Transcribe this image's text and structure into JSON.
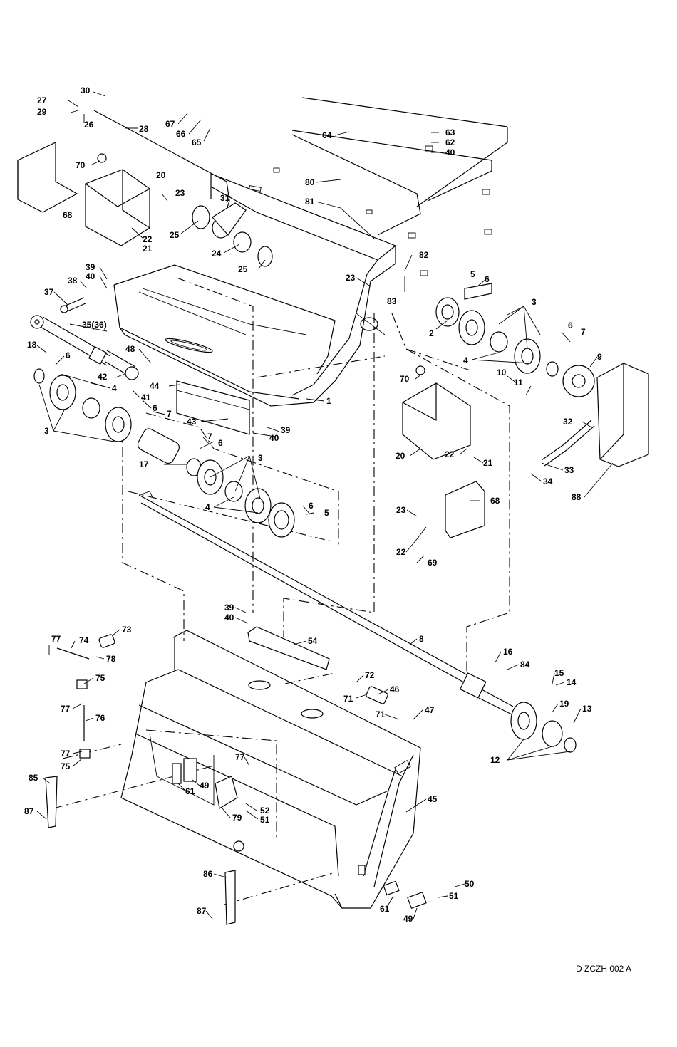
{
  "drawing_code": "D ZCZH 002 A",
  "callouts": [
    {
      "id": "c30",
      "text": "30"
    },
    {
      "id": "c27",
      "text": "27"
    },
    {
      "id": "c29",
      "text": "29"
    },
    {
      "id": "c26",
      "text": "26"
    },
    {
      "id": "c28",
      "text": "28"
    },
    {
      "id": "c67",
      "text": "67"
    },
    {
      "id": "c66",
      "text": "66"
    },
    {
      "id": "c65",
      "text": "65"
    },
    {
      "id": "c64",
      "text": "64"
    },
    {
      "id": "c63",
      "text": "63"
    },
    {
      "id": "c62",
      "text": "62"
    },
    {
      "id": "c40a",
      "text": "40"
    },
    {
      "id": "c70a",
      "text": "70"
    },
    {
      "id": "c20a",
      "text": "20"
    },
    {
      "id": "c23a",
      "text": "23"
    },
    {
      "id": "c68a",
      "text": "68"
    },
    {
      "id": "c22a",
      "text": "22"
    },
    {
      "id": "c21a",
      "text": "21"
    },
    {
      "id": "c31",
      "text": "31"
    },
    {
      "id": "c25a",
      "text": "25"
    },
    {
      "id": "c24",
      "text": "24"
    },
    {
      "id": "c25b",
      "text": "25"
    },
    {
      "id": "c80",
      "text": "80"
    },
    {
      "id": "c81",
      "text": "81"
    },
    {
      "id": "c82",
      "text": "82"
    },
    {
      "id": "c23b",
      "text": "23"
    },
    {
      "id": "c83",
      "text": "83"
    },
    {
      "id": "c39a",
      "text": "39"
    },
    {
      "id": "c40b",
      "text": "40"
    },
    {
      "id": "c38",
      "text": "38"
    },
    {
      "id": "c37",
      "text": "37"
    },
    {
      "id": "c35",
      "text": "35(36)"
    },
    {
      "id": "c5a",
      "text": "5"
    },
    {
      "id": "c6a",
      "text": "6"
    },
    {
      "id": "c3a",
      "text": "3"
    },
    {
      "id": "c2",
      "text": "2"
    },
    {
      "id": "c4a",
      "text": "4"
    },
    {
      "id": "c6b",
      "text": "6"
    },
    {
      "id": "c7a",
      "text": "7"
    },
    {
      "id": "c9",
      "text": "9"
    },
    {
      "id": "c10",
      "text": "10"
    },
    {
      "id": "c11",
      "text": "11"
    },
    {
      "id": "c18",
      "text": "18"
    },
    {
      "id": "c6c",
      "text": "6"
    },
    {
      "id": "c48",
      "text": "48"
    },
    {
      "id": "c42",
      "text": "42"
    },
    {
      "id": "c41",
      "text": "41"
    },
    {
      "id": "c4b",
      "text": "4"
    },
    {
      "id": "c6d",
      "text": "6"
    },
    {
      "id": "c7b",
      "text": "7"
    },
    {
      "id": "c3b",
      "text": "3"
    },
    {
      "id": "c44",
      "text": "44"
    },
    {
      "id": "c1",
      "text": "1"
    },
    {
      "id": "c43",
      "text": "43"
    },
    {
      "id": "c39b",
      "text": "39"
    },
    {
      "id": "c40c",
      "text": "40"
    },
    {
      "id": "c70b",
      "text": "70"
    },
    {
      "id": "c20b",
      "text": "20"
    },
    {
      "id": "c22b",
      "text": "22"
    },
    {
      "id": "c21b",
      "text": "21"
    },
    {
      "id": "c32",
      "text": "32"
    },
    {
      "id": "c33",
      "text": "33"
    },
    {
      "id": "c34",
      "text": "34"
    },
    {
      "id": "c88",
      "text": "88"
    },
    {
      "id": "c7c",
      "text": "7"
    },
    {
      "id": "c6e",
      "text": "6"
    },
    {
      "id": "c17",
      "text": "17"
    },
    {
      "id": "c3c",
      "text": "3"
    },
    {
      "id": "c4c",
      "text": "4"
    },
    {
      "id": "c6f",
      "text": "6"
    },
    {
      "id": "c5b",
      "text": "5"
    },
    {
      "id": "c68b",
      "text": "68"
    },
    {
      "id": "c23c",
      "text": "23"
    },
    {
      "id": "c22c",
      "text": "22"
    },
    {
      "id": "c69",
      "text": "69"
    },
    {
      "id": "c39c",
      "text": "39"
    },
    {
      "id": "c40d",
      "text": "40"
    },
    {
      "id": "c54",
      "text": "54"
    },
    {
      "id": "c8",
      "text": "8"
    },
    {
      "id": "c77a",
      "text": "77"
    },
    {
      "id": "c74",
      "text": "74"
    },
    {
      "id": "c73",
      "text": "73"
    },
    {
      "id": "c78",
      "text": "78"
    },
    {
      "id": "c75a",
      "text": "75"
    },
    {
      "id": "c77b",
      "text": "77"
    },
    {
      "id": "c76",
      "text": "76"
    },
    {
      "id": "c77c",
      "text": "77"
    },
    {
      "id": "c75b",
      "text": "75"
    },
    {
      "id": "c72",
      "text": "72"
    },
    {
      "id": "c71a",
      "text": "71"
    },
    {
      "id": "c46",
      "text": "46"
    },
    {
      "id": "c71b",
      "text": "71"
    },
    {
      "id": "c47",
      "text": "47"
    },
    {
      "id": "c16",
      "text": "16"
    },
    {
      "id": "c84",
      "text": "84"
    },
    {
      "id": "c15",
      "text": "15"
    },
    {
      "id": "c14",
      "text": "14"
    },
    {
      "id": "c19",
      "text": "19"
    },
    {
      "id": "c13",
      "text": "13"
    },
    {
      "id": "c12",
      "text": "12"
    },
    {
      "id": "c85",
      "text": "85"
    },
    {
      "id": "c87a",
      "text": "87"
    },
    {
      "id": "c77d",
      "text": "77"
    },
    {
      "id": "c61a",
      "text": "61"
    },
    {
      "id": "c49a",
      "text": "49"
    },
    {
      "id": "c52",
      "text": "52"
    },
    {
      "id": "c79",
      "text": "79"
    },
    {
      "id": "c51a",
      "text": "51"
    },
    {
      "id": "c45",
      "text": "45"
    },
    {
      "id": "c86",
      "text": "86"
    },
    {
      "id": "c87b",
      "text": "87"
    },
    {
      "id": "c50",
      "text": "50"
    },
    {
      "id": "c51b",
      "text": "51"
    },
    {
      "id": "c61b",
      "text": "61"
    },
    {
      "id": "c49b",
      "text": "49"
    }
  ]
}
